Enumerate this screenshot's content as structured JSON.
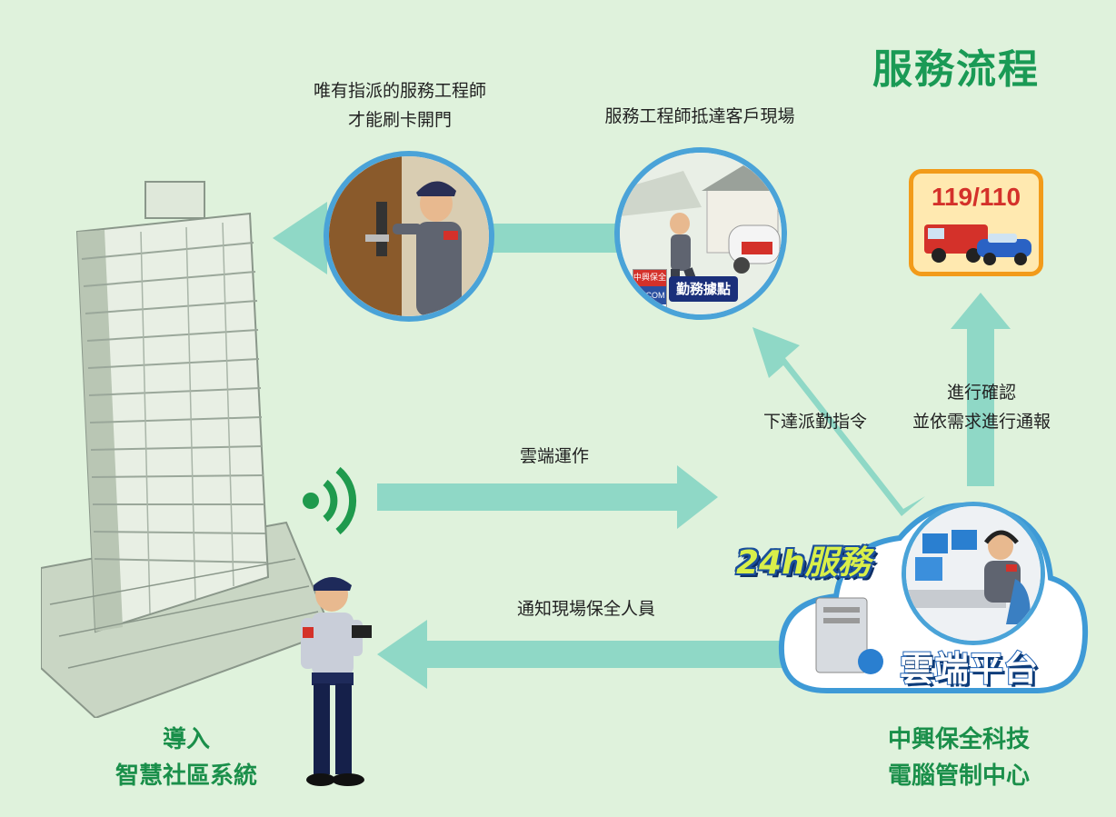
{
  "title": "服務流程",
  "captions": {
    "card_access_line1": "唯有指派的服務工程師",
    "card_access_line2": "才能刷卡開門",
    "engineer_arrive": "服務工程師抵達客戶現場",
    "confirm_line1": "進行確認",
    "confirm_line2": "並依需求進行通報",
    "dispatch": "下達派勤指令",
    "cloud_operation": "雲端運作",
    "notify_guard": "通知現場保全人員"
  },
  "labels": {
    "smart_line1": "導入",
    "smart_line2": "智慧社區系統",
    "center_line1": "中興保全科技",
    "center_line2": "電腦管制中心"
  },
  "badges": {
    "emergency": "119/110",
    "service_24h": "24h服務",
    "cloud_platform": "雲端平台",
    "dispatch_point": "勤務據點",
    "brand": "SECOM",
    "brand_cn": "中興保全"
  },
  "colors": {
    "background": "#dff2dc",
    "arrow": "#8fd8c6",
    "title_green": "#1a9a55",
    "circle_border": "#4aa3d8",
    "badge_border": "#f29b1a"
  }
}
